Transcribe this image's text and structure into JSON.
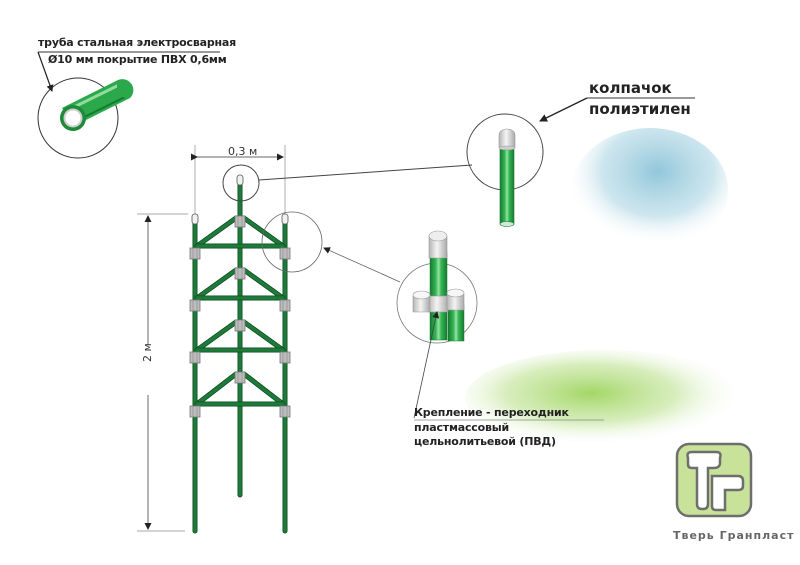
{
  "pipe_label": {
    "line1": "труба стальная электросварная",
    "line2": "Ø10 мм покрытие ПВХ 0,6мм"
  },
  "cap_label": {
    "line1": "колпачок",
    "line2": "полиэтилен"
  },
  "connector_label": {
    "line1": "Крепление - переходник",
    "line2": "пластмассовый",
    "line3": "цельнолитьевой (ПВД)"
  },
  "dimensions": {
    "width": "0,3 м",
    "height": "2 м"
  },
  "brand": {
    "name": "Тверь Гранпласт",
    "logo_letters": "ТГ"
  },
  "frame": {
    "sections": 4,
    "pipe_color": "#1e7a3a",
    "connector_color": "#bdbdbd"
  },
  "colors": {
    "pipe_green": "#2aa84a",
    "pipe_dark": "#1e7a3a",
    "cap_gray": "#d8d8d8",
    "logo_green": "#c8e29a",
    "logo_border": "#6e6e6e",
    "blob_blue": "#8cc4d8",
    "blob_green": "#a6d86a"
  }
}
